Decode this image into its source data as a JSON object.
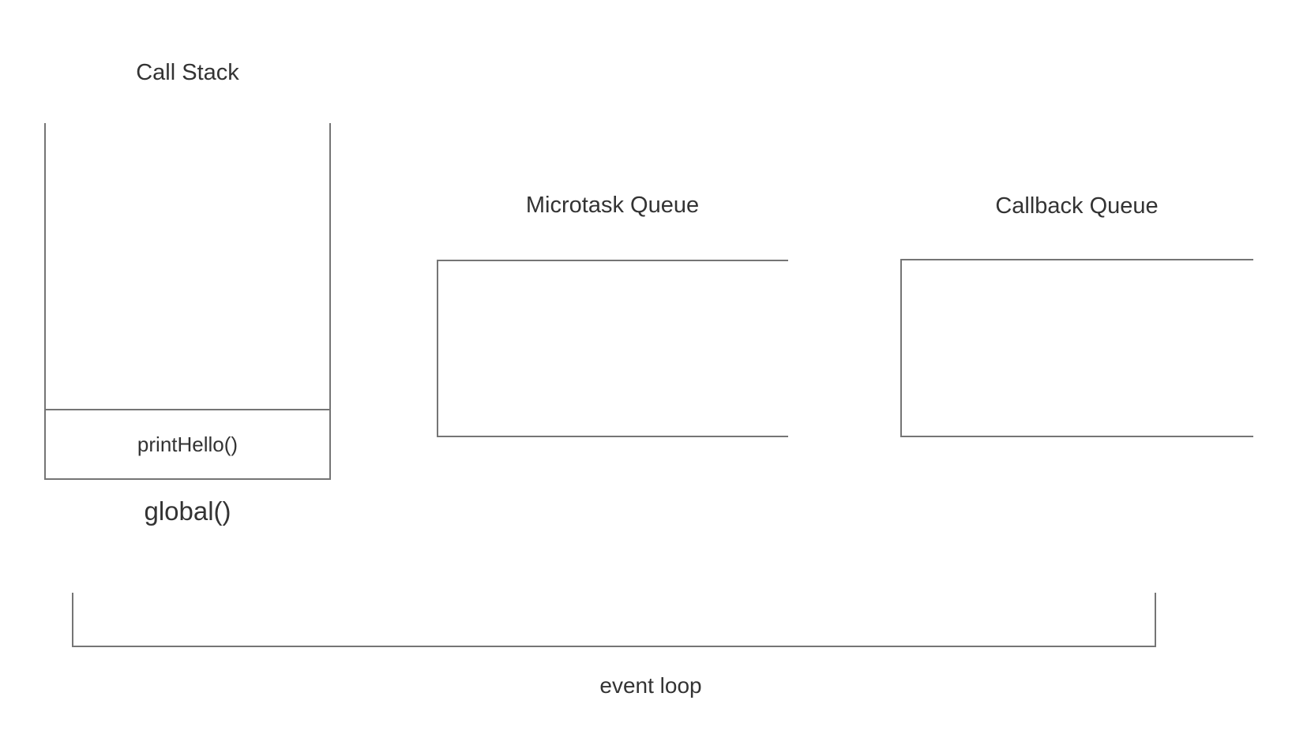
{
  "colors": {
    "line": "#757575",
    "text": "#333333",
    "background": "#ffffff"
  },
  "call_stack": {
    "title": "Call Stack",
    "frames": [
      {
        "label": "printHello()"
      }
    ],
    "base_label": "global()"
  },
  "microtask_queue": {
    "title": "Microtask Queue",
    "items": []
  },
  "callback_queue": {
    "title": "Callback Queue",
    "items": []
  },
  "event_loop": {
    "label": "event loop"
  }
}
